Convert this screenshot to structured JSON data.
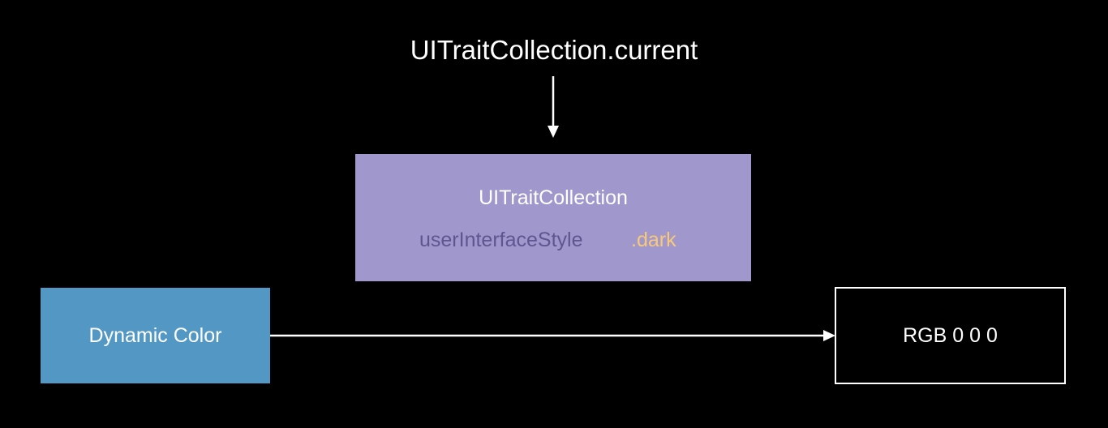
{
  "diagram": {
    "title": "UITraitCollection.current",
    "trait_box": {
      "title": "UITraitCollection",
      "property": "userInterfaceStyle",
      "value": ".dark"
    },
    "source_box": {
      "label": "Dynamic Color"
    },
    "result_box": {
      "label": "RGB 0 0 0"
    }
  },
  "colors": {
    "background": "#000000",
    "trait_box_fill": "#a097cc",
    "trait_property_text": "#5f5690",
    "trait_value_text": "#f9c97a",
    "source_box_fill": "#5398c4",
    "text": "#ffffff",
    "arrow": "#ffffff"
  }
}
